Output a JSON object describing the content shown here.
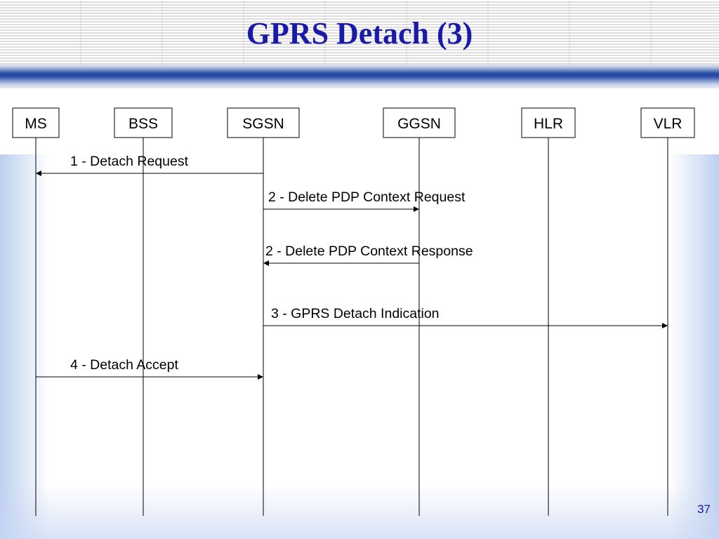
{
  "slide": {
    "title": "GPRS Detach (3)",
    "page_number": "37"
  },
  "diagram": {
    "entities": [
      {
        "id": "ms",
        "label": "MS"
      },
      {
        "id": "bss",
        "label": "BSS"
      },
      {
        "id": "sgsn",
        "label": "SGSN"
      },
      {
        "id": "ggsn",
        "label": "GGSN"
      },
      {
        "id": "hlr",
        "label": "HLR"
      },
      {
        "id": "vlr",
        "label": "VLR"
      }
    ],
    "messages": [
      {
        "label": "1 - Detach Request",
        "from": "sgsn",
        "to": "ms"
      },
      {
        "label": "2 - Delete PDP Context Request",
        "from": "sgsn",
        "to": "ggsn"
      },
      {
        "label": "2 - Delete PDP Context Response",
        "from": "ggsn",
        "to": "sgsn"
      },
      {
        "label": "3 - GPRS Detach Indication",
        "from": "sgsn",
        "to": "vlr"
      },
      {
        "label": "4 - Detach Accept",
        "from": "ms",
        "to": "sgsn"
      }
    ]
  }
}
